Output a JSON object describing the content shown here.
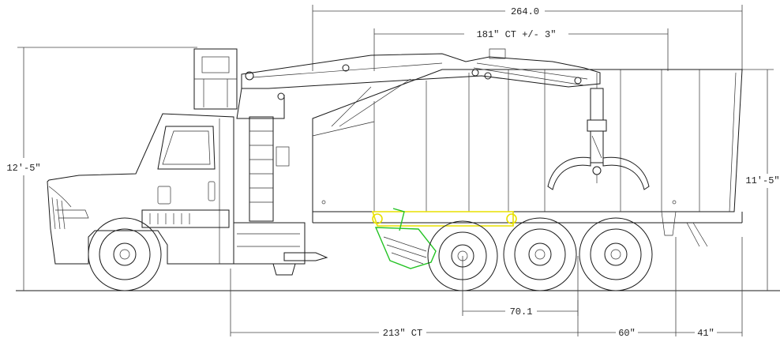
{
  "dimensions": {
    "overall_length": "264.0",
    "ct_length": "181\" CT +/- 3\"",
    "cab_height": "12'-5\"",
    "body_height": "11'-5\"",
    "axle_spacing": "70.1",
    "wheelbase_ct": "213\" CT",
    "rear_tandem": "60\"",
    "rear_overhang": "41\""
  },
  "colors": {
    "line": "#1a1a1a",
    "highlight": "#e8e000",
    "broom": "#22c222"
  }
}
